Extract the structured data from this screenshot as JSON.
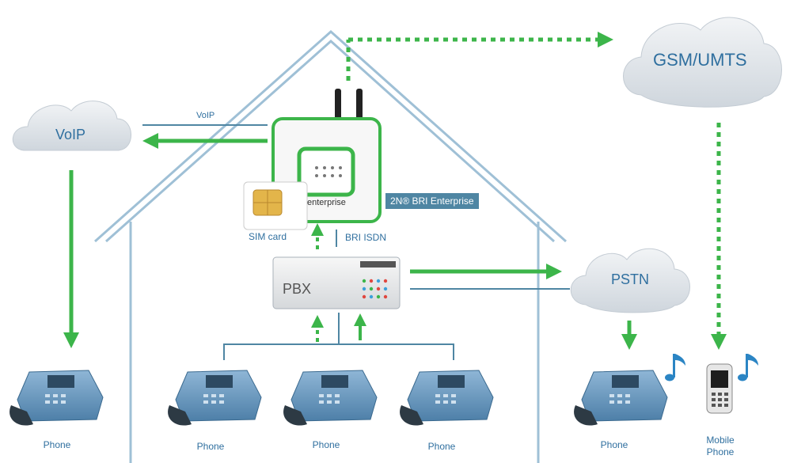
{
  "clouds": {
    "voip": "VoIP",
    "gsm": "GSM/UMTS",
    "pstn": "PSTN"
  },
  "links": {
    "voip_label": "VoIP",
    "bri_isdn": "BRI ISDN"
  },
  "device": {
    "name": "2N® BRI Enterprise",
    "brand_text": "enterprise",
    "sim_label": "SIM card"
  },
  "pbx": {
    "label": "PBX"
  },
  "phones": [
    {
      "label": "Phone"
    },
    {
      "label": "Phone"
    },
    {
      "label": "Phone"
    },
    {
      "label": "Phone"
    },
    {
      "label": "Phone"
    }
  ],
  "mobile": {
    "label_line1": "Mobile",
    "label_line2": "Phone"
  },
  "colors": {
    "green": "#3cb54a",
    "blue_line": "#4f86a3",
    "house": "#9fc0d6",
    "cloud": "#d7dde3"
  }
}
